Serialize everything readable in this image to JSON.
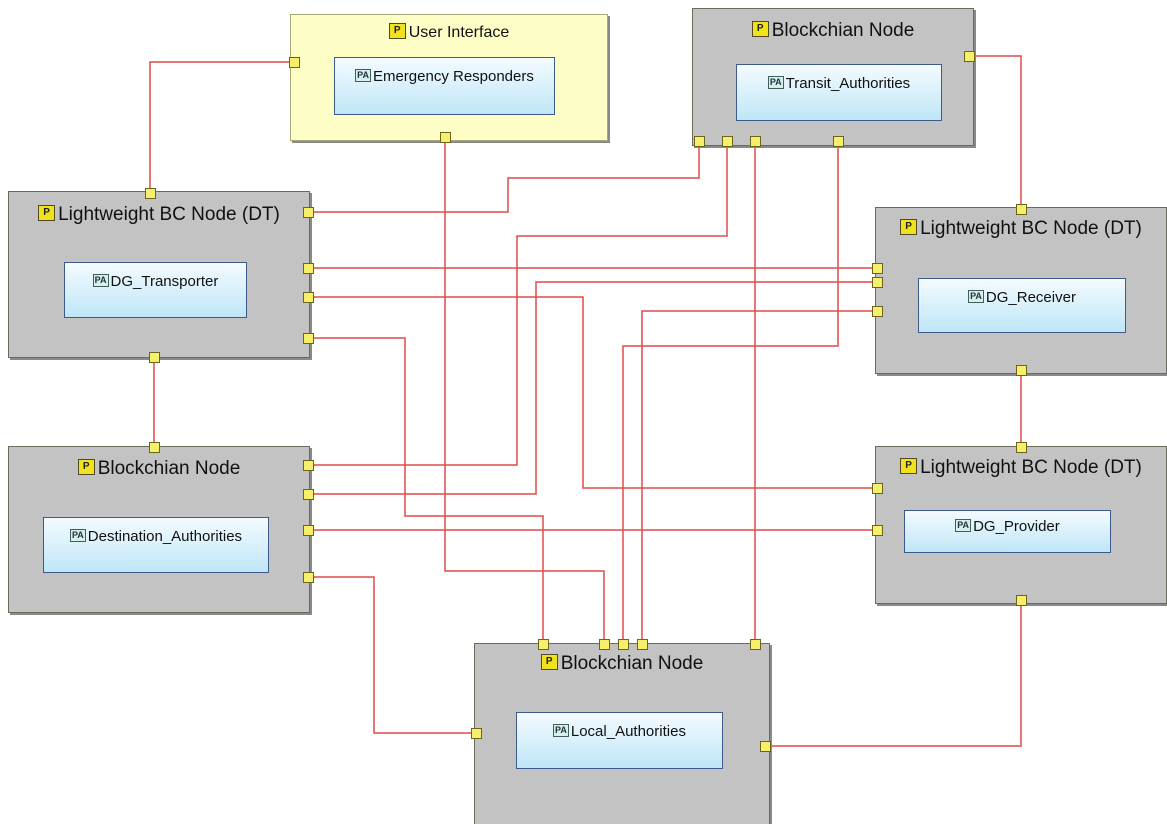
{
  "nodes": {
    "user_interface": {
      "title": "User Interface",
      "badge": "P",
      "part": {
        "label": "Emergency Responders",
        "badge": "PA"
      }
    },
    "transit_node": {
      "title": "Blockchian Node",
      "badge": "P",
      "part": {
        "label": "Transit_Authorities",
        "badge": "PA"
      }
    },
    "transporter_node": {
      "title": "Lightweight BC Node (DT)",
      "badge": "P",
      "part": {
        "label": "DG_Transporter",
        "badge": "PA"
      }
    },
    "receiver_node": {
      "title": "Lightweight BC Node (DT)",
      "badge": "P",
      "part": {
        "label": "DG_Receiver",
        "badge": "PA"
      }
    },
    "destination_node": {
      "title": "Blockchian Node",
      "badge": "P",
      "part": {
        "label": "Destination_Authorities",
        "badge": "PA"
      }
    },
    "provider_node": {
      "title": "Lightweight BC Node (DT)",
      "badge": "P",
      "part": {
        "label": "DG_Provider",
        "badge": "PA"
      }
    },
    "local_node": {
      "title": "Blockchian Node",
      "badge": "P",
      "part": {
        "label": "Local_Authorities",
        "badge": "PA"
      }
    }
  },
  "colors": {
    "connector": "#e04b4b",
    "node_fill": "#c3c3c3",
    "interface_fill": "#fdfdc6",
    "part_fill": "#bfe6f7",
    "port_fill": "#f6ef6a"
  }
}
